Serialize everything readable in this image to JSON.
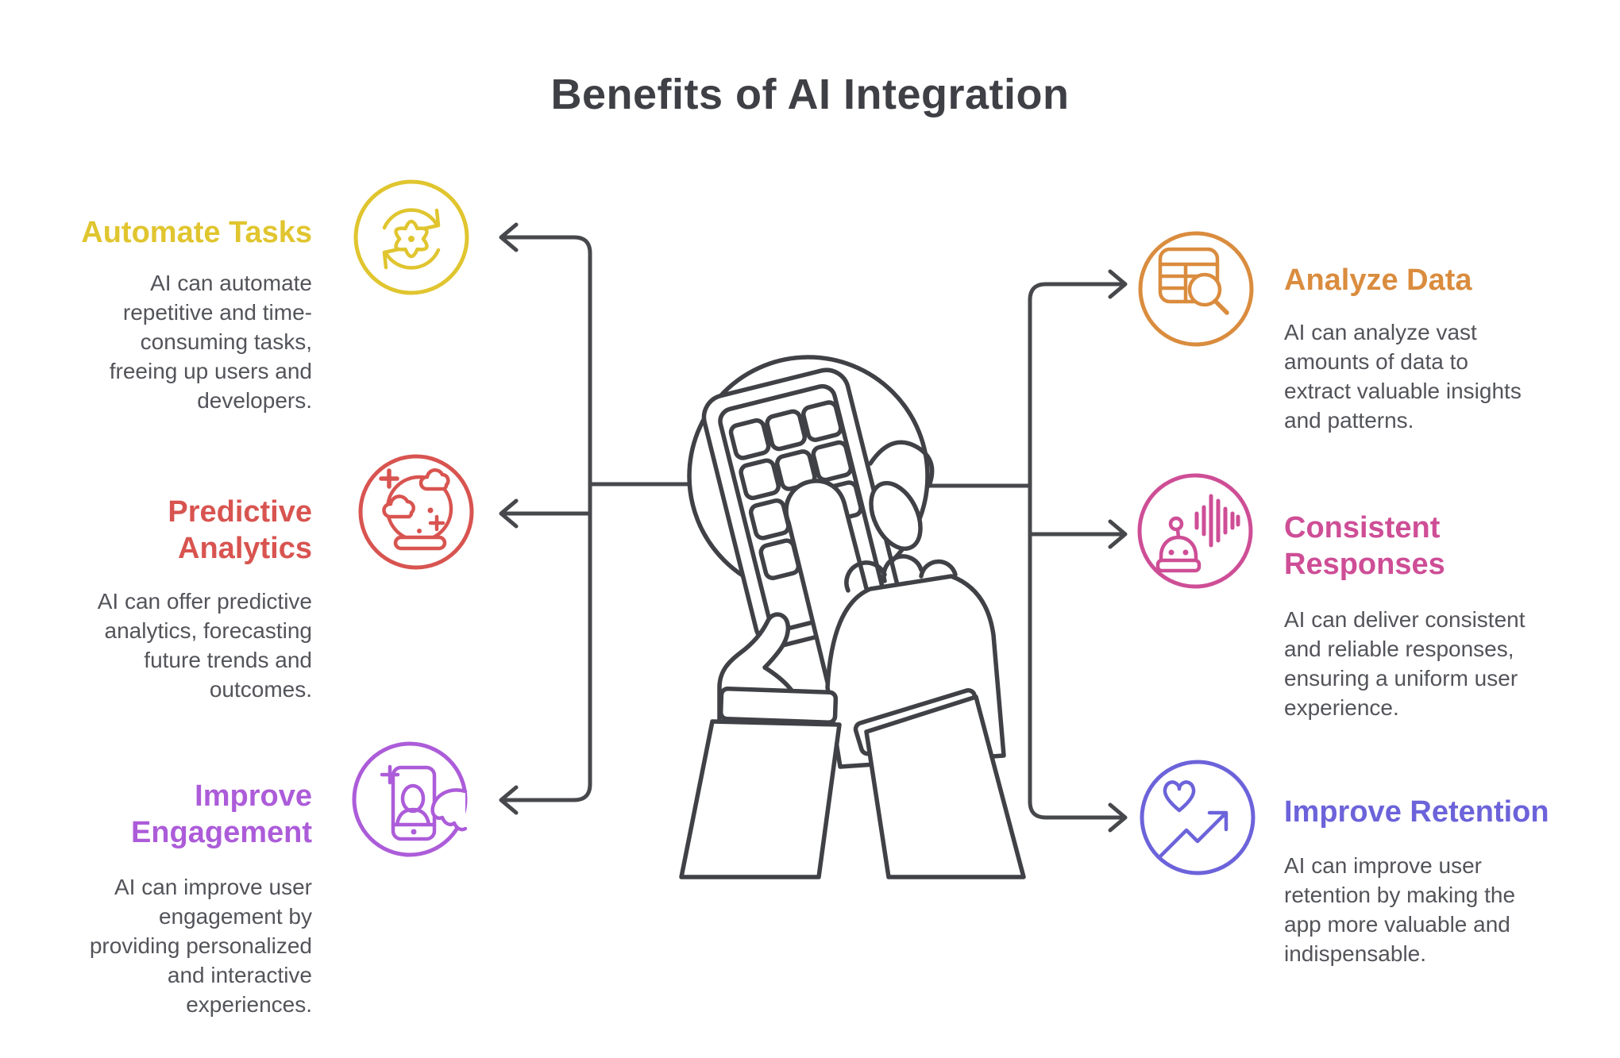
{
  "title": "Benefits of AI Integration",
  "connector_color": "#47484C",
  "illustration": {
    "name": "hands-holding-phone",
    "line_color": "#404146"
  },
  "benefits": {
    "left": [
      {
        "heading": [
          "Automate Tasks"
        ],
        "description": [
          "AI can automate",
          "repetitive and time-",
          "consuming tasks,",
          "freeing up users and",
          "developers."
        ],
        "color": "#E0C52F",
        "icon": "sync-gear-icon"
      },
      {
        "heading": [
          "Predictive",
          "Analytics"
        ],
        "description": [
          "AI can offer predictive",
          "analytics, forecasting",
          "future trends and",
          "outcomes."
        ],
        "color": "#D85450",
        "icon": "crystal-ball-icon"
      },
      {
        "heading": [
          "Improve",
          "Engagement"
        ],
        "description": [
          "AI can improve user",
          "engagement by",
          "providing personalized",
          "and interactive",
          "experiences."
        ],
        "color": "#AC5CD9",
        "icon": "phone-user-icon"
      }
    ],
    "right": [
      {
        "heading": [
          "Analyze Data"
        ],
        "description": [
          "AI can analyze vast",
          "amounts of data to",
          "extract valuable insights",
          "and patterns."
        ],
        "color": "#DA8C3E",
        "icon": "table-magnifier-icon"
      },
      {
        "heading": [
          "Consistent",
          "Responses"
        ],
        "description": [
          "AI can deliver consistent",
          "and reliable responses,",
          "ensuring a uniform user",
          "experience."
        ],
        "color": "#CE4E96",
        "icon": "robot-voice-icon"
      },
      {
        "heading": [
          "Improve Retention"
        ],
        "description": [
          "AI can improve user",
          "retention by making the",
          "app more valuable and",
          "indispensable."
        ],
        "color": "#6C63DA",
        "icon": "heart-growth-icon"
      }
    ]
  }
}
